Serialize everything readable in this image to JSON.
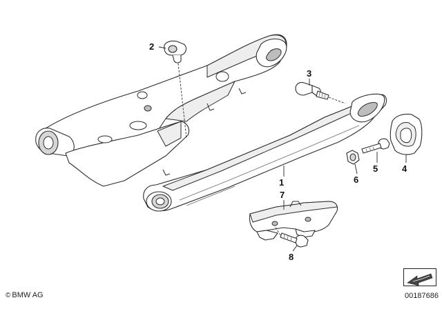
{
  "callouts": {
    "c1": "1",
    "c2": "2",
    "c3": "3",
    "c4": "4",
    "c5": "5",
    "c6": "6",
    "c7": "7",
    "c8": "8"
  },
  "footer": {
    "copyright_symbol": "©",
    "brand": "BMW AG",
    "image_number": "00187686"
  }
}
